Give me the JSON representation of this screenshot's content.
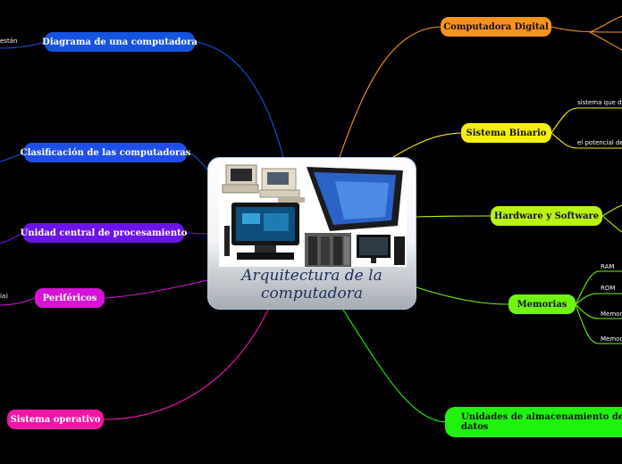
{
  "central": {
    "title_line1": "Arquitectura de la",
    "title_line2": "computadora"
  },
  "topics_left": {
    "diagrama": {
      "label": "Diagrama de una computadora",
      "color": "#1453e0",
      "snippet": "están"
    },
    "clasificacion": {
      "label": "Clasificación de las computadoras",
      "color": "#1f4fe6"
    },
    "ucp": {
      "label": "Unidad central de procesamiento",
      "color": "#6a14e8"
    },
    "perifericos": {
      "label": "Periféricos",
      "color": "#d713d7",
      "snippet": "ia)"
    },
    "sistema_operativo": {
      "label": "Sistema operativo",
      "color": "#f016a8"
    }
  },
  "topics_right": {
    "computadora_digital": {
      "label": "Computadora Digital",
      "color": "#f7941d"
    },
    "sistema_binario": {
      "label": "Sistema Binario",
      "color": "#f5ee10",
      "snippets": [
        "sistema que d",
        "el potencial de"
      ]
    },
    "hardware_software": {
      "label": "Hardware y Software",
      "color": "#b8f416"
    },
    "memorias": {
      "label": "Memorias",
      "color": "#6ff414",
      "snippets": [
        "RAM",
        "ROM",
        "Memor",
        "Memor"
      ]
    },
    "unidades": {
      "label_line1": "Unidades de almacenamiento de",
      "label_line2": "datos",
      "color": "#20f210"
    }
  }
}
